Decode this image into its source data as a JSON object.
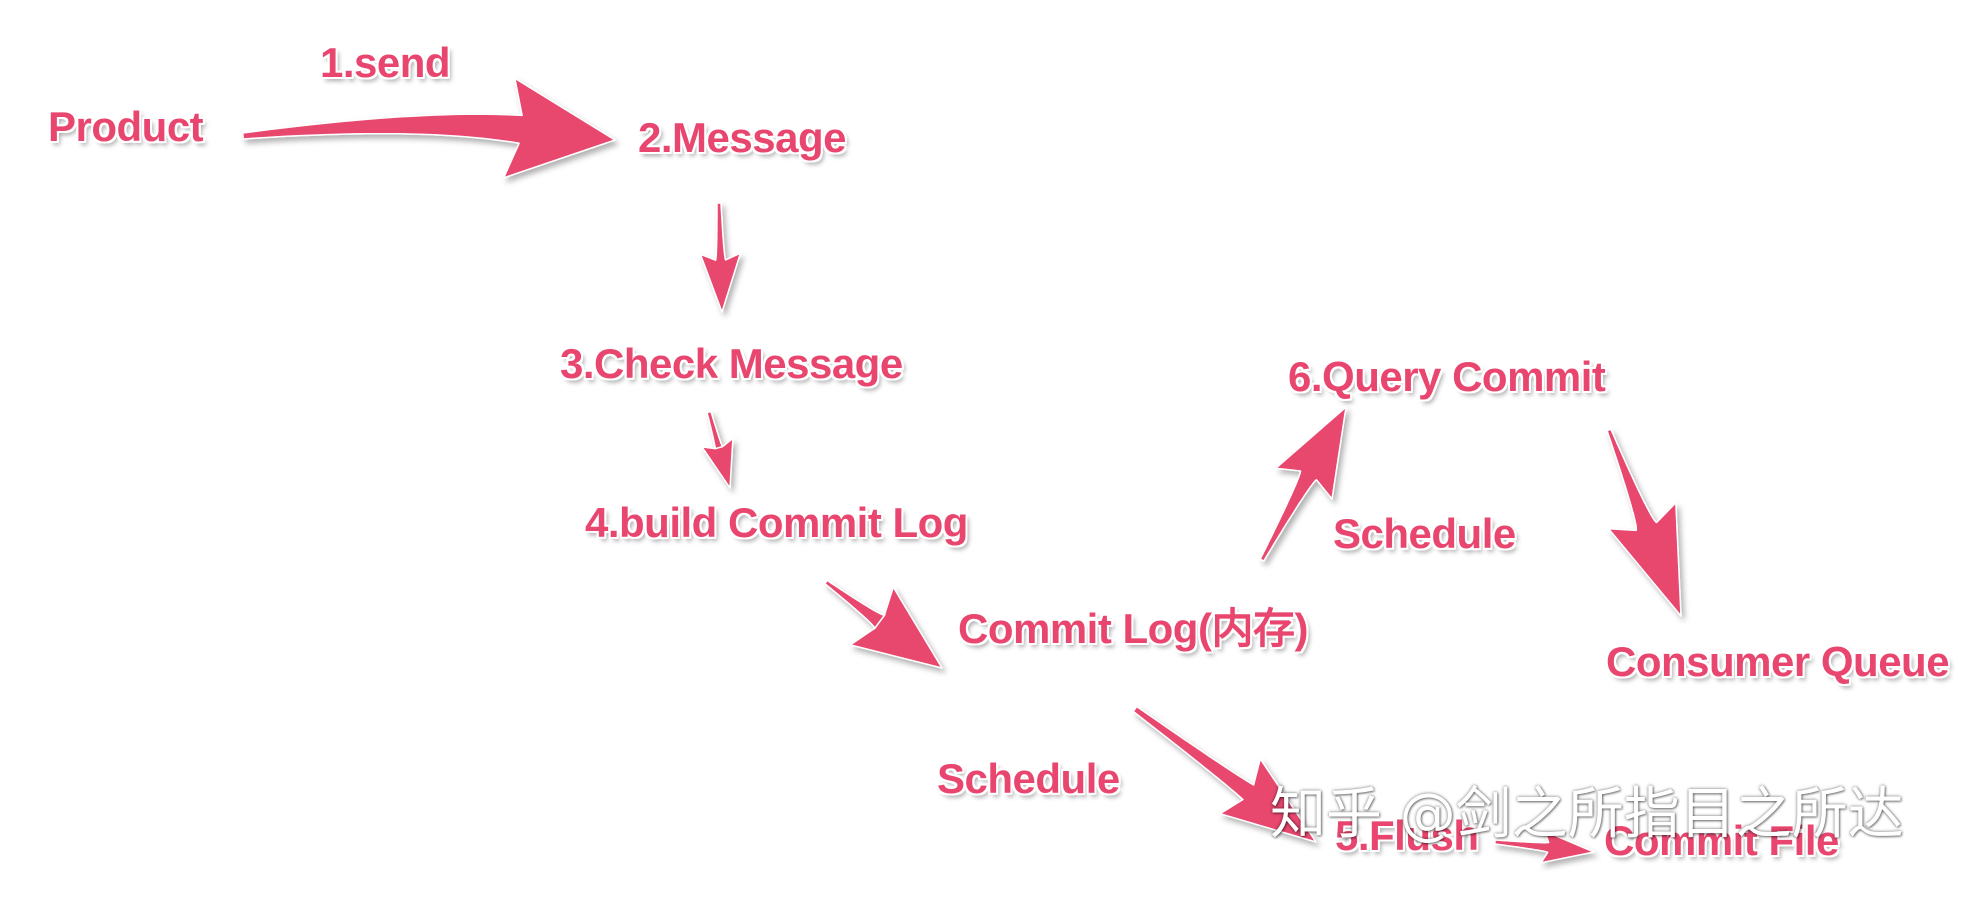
{
  "colors": {
    "accent": "#E8466E",
    "outline": "#FFFFFF",
    "background": "#FFFFFF"
  },
  "labels": {
    "send": "1.send",
    "product": "Product",
    "message": "2.Message",
    "check_message": "3.Check Message",
    "query_commit": "6.Query Commit",
    "build_commit_log": "4.build Commit Log",
    "schedule_upper": "Schedule",
    "commit_log_memory": "Commit Log(内存)",
    "consumer_queue": "Consumer Queue",
    "schedule_lower": "Schedule",
    "flush": "5.Flush",
    "commit_file": "Commit File"
  },
  "watermark": "知乎 @剑之所指目之所达",
  "arrows": [
    {
      "name": "arrow-product-to-message",
      "from": "Product",
      "to": "2.Message"
    },
    {
      "name": "arrow-message-to-check",
      "from": "2.Message",
      "to": "3.Check Message"
    },
    {
      "name": "arrow-check-to-build",
      "from": "3.Check Message",
      "to": "4.build Commit Log"
    },
    {
      "name": "arrow-build-to-commitlog",
      "from": "4.build Commit Log",
      "to": "Commit Log(内存)"
    },
    {
      "name": "arrow-commitlog-to-query",
      "from": "Commit Log(内存)",
      "to": "6.Query Commit"
    },
    {
      "name": "arrow-query-to-consumer",
      "from": "6.Query Commit",
      "to": "Consumer Queue"
    },
    {
      "name": "arrow-commitlog-to-flush",
      "from": "Commit Log(内存)",
      "to": "5.Flush"
    },
    {
      "name": "arrow-flush-to-commitfile",
      "from": "5.Flush",
      "to": "Commit File"
    }
  ]
}
